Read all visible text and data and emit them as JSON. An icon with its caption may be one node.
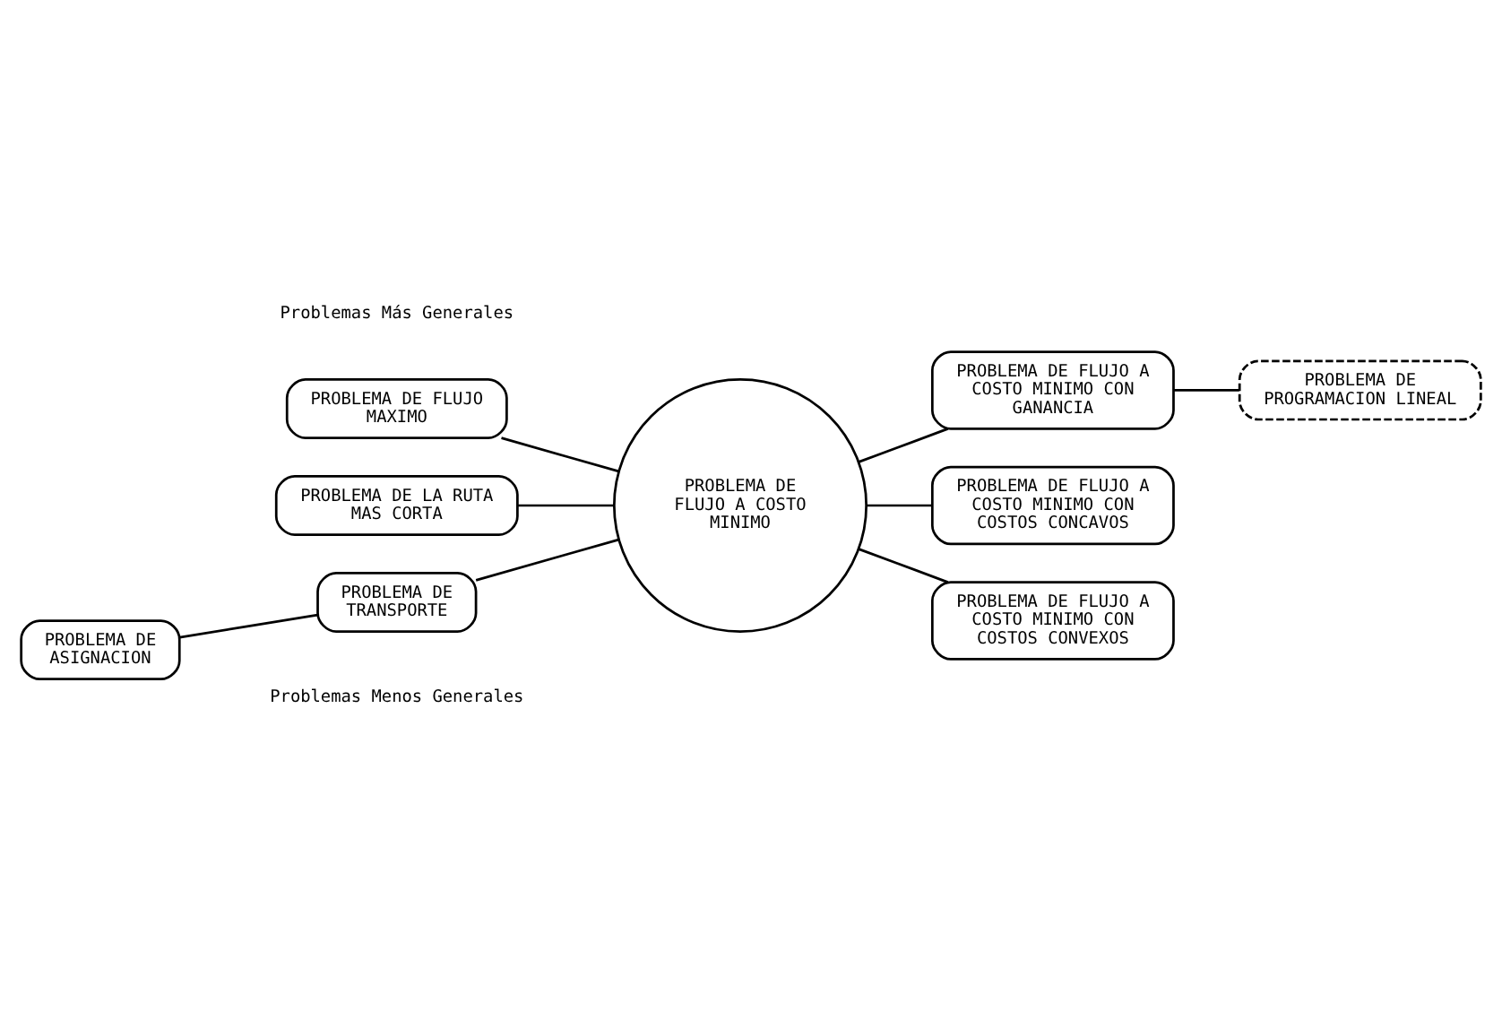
{
  "diagram": {
    "nodes": [
      {
        "text": [
          "PROBLEMA DE PROGRAMACION LINEAL"
        ]
      },
      {
        "text": [
          "PROBLEMA DE FLUJO MAXIMO"
        ]
      },
      {
        "text": [
          "PROBLEMA DE FLUJO A COSTO MINIMO CON GANANCIA"
        ]
      },
      {
        "text": [
          "PROBLEMA DE LA RUTA MAS CORTA"
        ]
      },
      {
        "text": [
          "PROBLEMA DE FLUJO A COSTO MINIMO"
        ]
      },
      {
        "text": [
          "PROBLEMA DE TRANSPORTE"
        ]
      },
      {
        "text": [
          "PROBLEMA DE FLUJO A COSTO MINIMO CON COSTOS CONCAVOS"
        ]
      },
      {
        "text": [
          "PROBLEMA DE FLUJO A COSTO MINIMO CON COSTOS CONVEXOS"
        ]
      },
      {
        "text": [
          "PROBLEMA DE ASIGNACION"
        ]
      }
    ],
    "edges": [
      {
        "from": 1,
        "to": 4,
        "arrow": "none"
      },
      {
        "from": 3,
        "to": 4,
        "arrow": "none"
      },
      {
        "from": 5,
        "to": 4,
        "arrow": "none"
      },
      {
        "from": 8,
        "to": 5,
        "arrow": "none"
      },
      {
        "from": 4,
        "to": 2,
        "arrow": "none"
      },
      {
        "from": 2,
        "to": 0,
        "arrow": "none"
      },
      {
        "from": 4,
        "to": 6,
        "arrow": "none"
      },
      {
        "from": 4,
        "to": 7,
        "arrow": "none"
      }
    ],
    "labels": [
      "Problemas Menos Generales",
      "Problemas Más Generales"
    ]
  }
}
